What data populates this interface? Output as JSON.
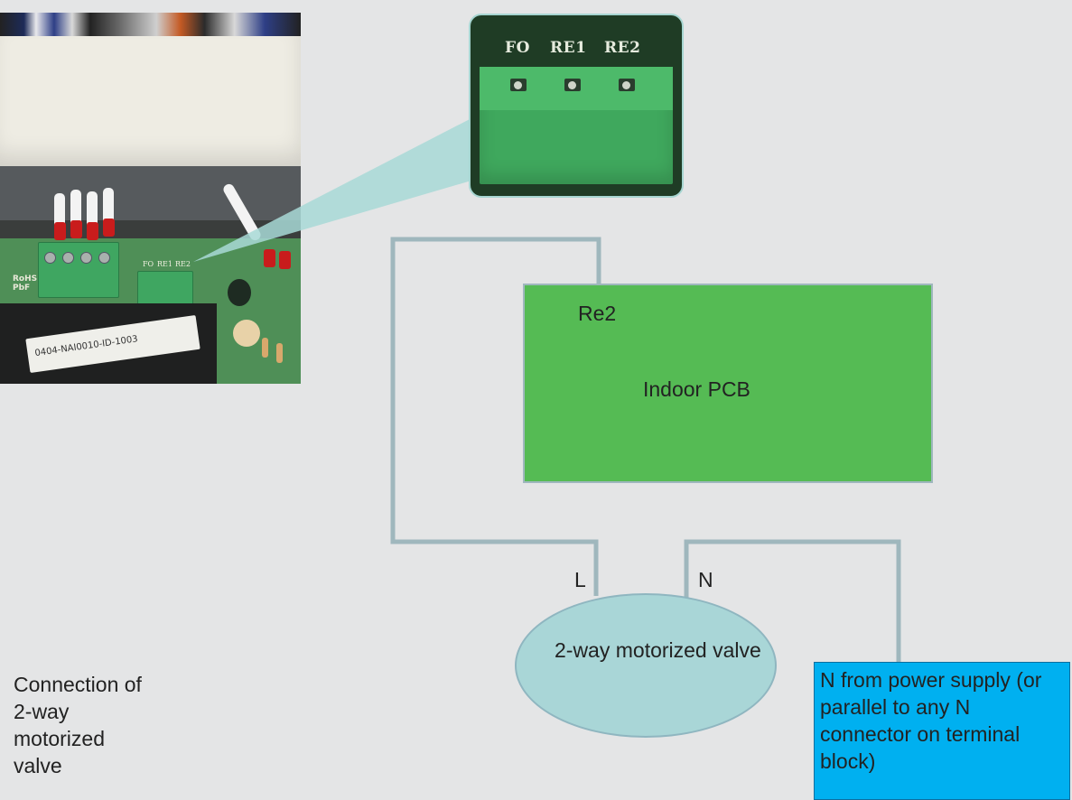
{
  "photo": {
    "connector_labels": [
      "FO",
      "RE1",
      "RE2"
    ],
    "sticker_text": "0404-NAI0010-ID-1003",
    "board_marks": [
      "RoHS",
      "PbF"
    ]
  },
  "inset": {
    "connector_labels": [
      "FO",
      "RE1",
      "RE2"
    ]
  },
  "schematic": {
    "pcb_label": "Indoor PCB",
    "pin_label": "Re2",
    "live_label": "L",
    "neutral_label": "N",
    "valve_label": "2-way motorized valve",
    "neutral_source_label": "N from power supply (or parallel to any N connector on terminal block)",
    "wire_color": "#9fb7bd",
    "pcb_color": "#55bb54",
    "valve_color": "#a9d6d7",
    "neutral_box_color": "#00b0f0"
  },
  "caption": {
    "lines": [
      "Connection of",
      "2-way",
      "motorized",
      "valve"
    ]
  }
}
